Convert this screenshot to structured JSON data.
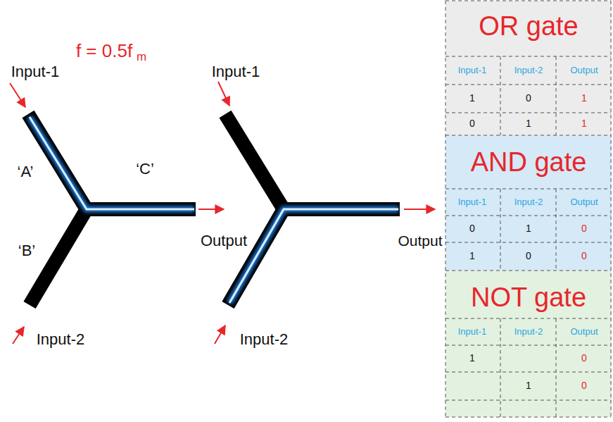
{
  "diagram": {
    "nodes": [
      {
        "text": [
          "OR gate"
        ]
      },
      {
        "text": [
          "AND gate"
        ]
      },
      {
        "text": [
          "NOT gate"
        ]
      }
    ],
    "labels": [
      "f = 0.5f",
      "m",
      "Input-1",
      "‘A’",
      "‘C’",
      "‘B’",
      "Input-2",
      "Output",
      "Input-1",
      "Input-2",
      "Output",
      "Input-1",
      "Input-2",
      "Output",
      "1",
      "0",
      "1",
      "0",
      "1",
      "1",
      "Input-1",
      "Input-2",
      "Output",
      "0",
      "1",
      "0",
      "1",
      "0",
      "0",
      "Input-1",
      "Input-2",
      "Output",
      "1",
      "0",
      "1",
      "0"
    ]
  }
}
